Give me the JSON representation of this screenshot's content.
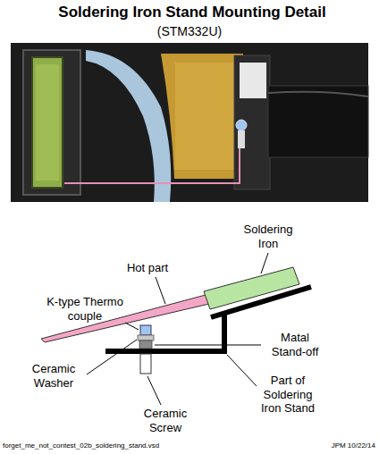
{
  "diagram": {
    "title": "Soldering Iron Stand Mounting Detail",
    "labels": [
      "(STM332U)",
      "Soldering Iron",
      "Hot part",
      "K-type Thermo couple",
      "Matal Stand-off",
      "Ceramic Washer",
      "Part of Soldering Iron Stand",
      "Ceramic Screw",
      "forget_me_not_contest_02b_soldering_stand.vsd",
      "JPM 10/22/14"
    ]
  }
}
